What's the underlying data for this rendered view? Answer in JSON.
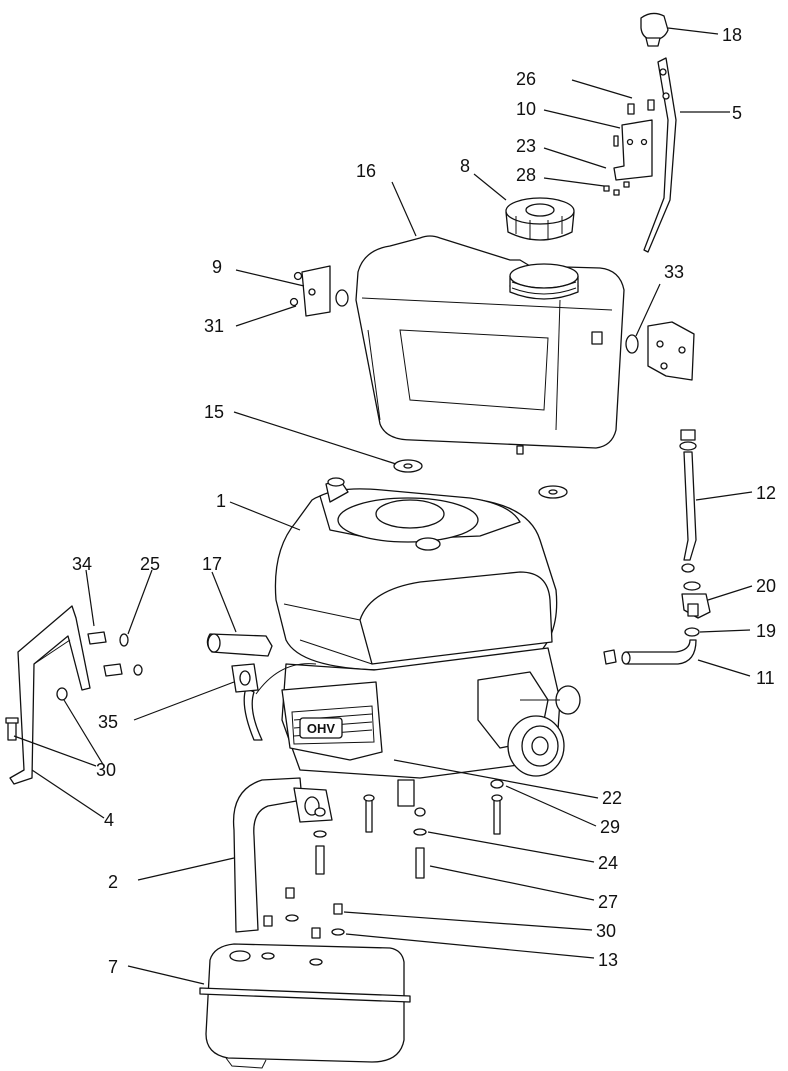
{
  "callouts": [
    {
      "id": "c18",
      "label": "18"
    },
    {
      "id": "c26",
      "label": "26"
    },
    {
      "id": "c5",
      "label": "5"
    },
    {
      "id": "c10",
      "label": "10"
    },
    {
      "id": "c23",
      "label": "23"
    },
    {
      "id": "c8",
      "label": "8"
    },
    {
      "id": "c28",
      "label": "28"
    },
    {
      "id": "c16",
      "label": "16"
    },
    {
      "id": "c9",
      "label": "9"
    },
    {
      "id": "c33",
      "label": "33"
    },
    {
      "id": "c31",
      "label": "31"
    },
    {
      "id": "c15",
      "label": "15"
    },
    {
      "id": "c12",
      "label": "12"
    },
    {
      "id": "c1",
      "label": "1"
    },
    {
      "id": "c34",
      "label": "34"
    },
    {
      "id": "c25",
      "label": "25"
    },
    {
      "id": "c17",
      "label": "17"
    },
    {
      "id": "c20",
      "label": "20"
    },
    {
      "id": "c19",
      "label": "19"
    },
    {
      "id": "c11",
      "label": "11"
    },
    {
      "id": "c35",
      "label": "35"
    },
    {
      "id": "c30a",
      "label": "30"
    },
    {
      "id": "c22",
      "label": "22"
    },
    {
      "id": "c4",
      "label": "4"
    },
    {
      "id": "c29",
      "label": "29"
    },
    {
      "id": "c24",
      "label": "24"
    },
    {
      "id": "c2",
      "label": "2"
    },
    {
      "id": "c27",
      "label": "27"
    },
    {
      "id": "c30b",
      "label": "30"
    },
    {
      "id": "c7",
      "label": "7"
    },
    {
      "id": "c13",
      "label": "13"
    }
  ],
  "engine_badge": "OHV"
}
